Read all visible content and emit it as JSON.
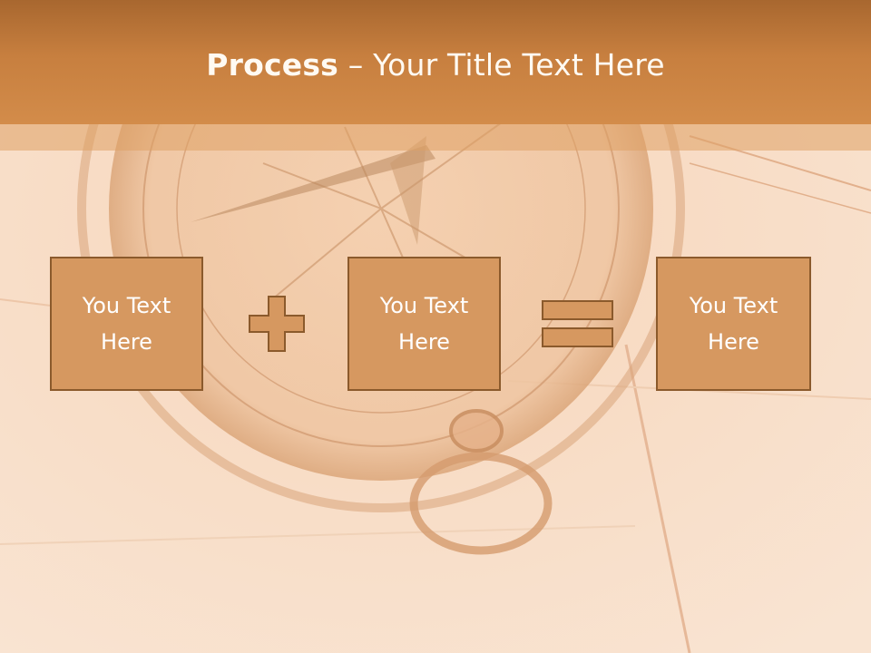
{
  "slide": {
    "title_bold": "Process",
    "title_rest": " – Your Title Text Here"
  },
  "boxes": [
    {
      "text": "You Text\nHere"
    },
    {
      "text": "You Text\nHere"
    },
    {
      "text": "You Text\nHere"
    }
  ],
  "operators": [
    "plus-icon",
    "equals-icon"
  ],
  "colors": {
    "title_bar": "#c77f3f",
    "box_fill": "#d69860",
    "box_border": "#8b5a2c",
    "background": "#f6d9c0",
    "text": "#ffffff"
  }
}
